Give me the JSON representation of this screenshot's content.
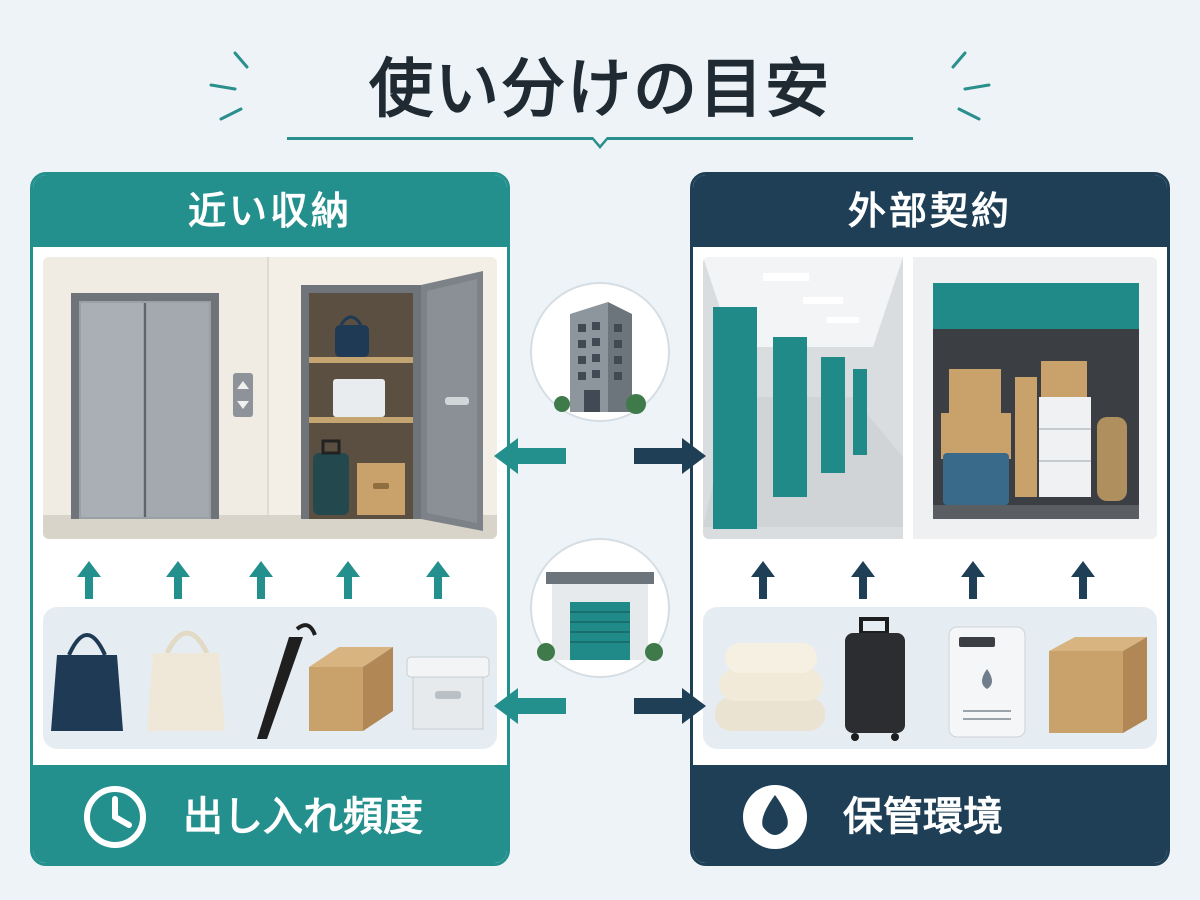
{
  "title": "使い分けの目安",
  "left_panel": {
    "header": "近い収納",
    "footer_label": "出し入れ頻度",
    "footer_icon": "clock-icon",
    "color": "#23908d"
  },
  "right_panel": {
    "header": "外部契約",
    "footer_label": "保管環境",
    "footer_icon": "water-drop-icon",
    "color": "#1e3f56"
  },
  "center_icons": [
    "apartment-building-icon",
    "storage-facility-icon"
  ]
}
